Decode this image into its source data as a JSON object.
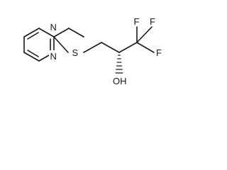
{
  "molecule": {
    "atoms": {
      "n_top": "N",
      "n_bottom": "N",
      "s": "S",
      "o": "OH",
      "f_top_left": "F",
      "f_top_right": "F",
      "f_right": "F"
    }
  }
}
